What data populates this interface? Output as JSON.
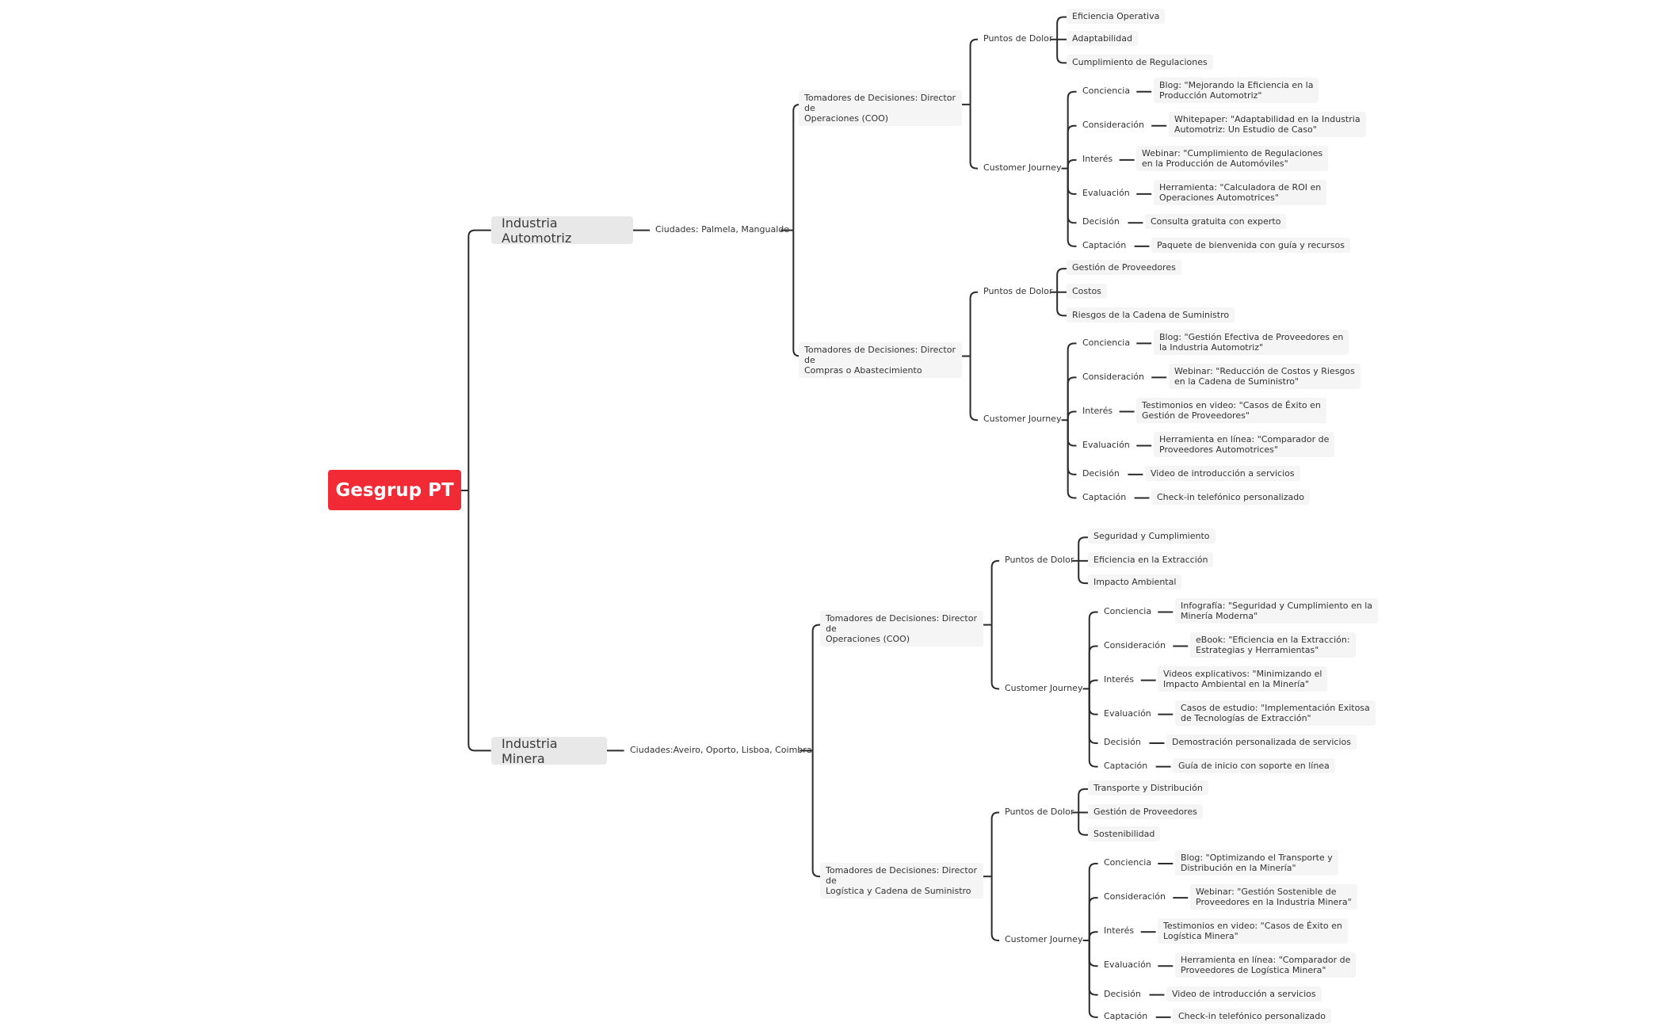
{
  "root": "Gesgrup PT",
  "industries": [
    {
      "name": "Industria Automotriz",
      "cities": "Ciudades: Palmela, Mangualde",
      "decision_makers": [
        {
          "title": "Tomadores de Decisiones: Director de\nOperaciones (COO)",
          "pain_label": "Puntos de Dolor",
          "pain_points": [
            "Eficiencia Operativa",
            "Adaptabilidad",
            "Cumplimiento de Regulaciones"
          ],
          "journey_label": "Customer Journey",
          "journey": [
            {
              "stage": "Conciencia",
              "content": "Blog: \"Mejorando la Eficiencia en la\nProducción Automotriz\""
            },
            {
              "stage": "Consideración",
              "content": "Whitepaper: \"Adaptabilidad en la Industria\nAutomotriz: Un Estudio de Caso\""
            },
            {
              "stage": "Interés",
              "content": "Webinar: \"Cumplimiento de Regulaciones\nen la Producción de Automóviles\""
            },
            {
              "stage": "Evaluación",
              "content": "Herramienta: \"Calculadora de ROI en\nOperaciones Automotrices\""
            },
            {
              "stage": "Decisión",
              "content": "Consulta gratuita con experto"
            },
            {
              "stage": "Captación",
              "content": "Paquete de bienvenida con guía y recursos"
            }
          ]
        },
        {
          "title": "Tomadores de Decisiones: Director de\nCompras o Abastecimiento",
          "pain_label": "Puntos de Dolor",
          "pain_points": [
            "Gestión de Proveedores",
            "Costos",
            "Riesgos de la Cadena de Suministro"
          ],
          "journey_label": "Customer Journey",
          "journey": [
            {
              "stage": "Conciencia",
              "content": "Blog: \"Gestión Efectiva de Proveedores en\nla Industria Automotriz\""
            },
            {
              "stage": "Consideración",
              "content": "Webinar: \"Reducción de Costos y Riesgos\nen la Cadena de Suministro\""
            },
            {
              "stage": "Interés",
              "content": "Testimonios en video: \"Casos de Éxito en\nGestión de Proveedores\""
            },
            {
              "stage": "Evaluación",
              "content": "Herramienta en línea: \"Comparador de\nProveedores Automotrices\""
            },
            {
              "stage": "Decisión",
              "content": "Video de introducción a servicios"
            },
            {
              "stage": "Captación",
              "content": "Check-in telefónico personalizado"
            }
          ]
        }
      ]
    },
    {
      "name": "Industria Minera",
      "cities": "Ciudades:Aveiro, Oporto, Lisboa, Coimbra",
      "decision_makers": [
        {
          "title": "Tomadores de Decisiones: Director de\nOperaciones (COO)",
          "pain_label": "Puntos de Dolor",
          "pain_points": [
            "Seguridad y Cumplimiento",
            "Eficiencia en la Extracción",
            "Impacto Ambiental"
          ],
          "journey_label": "Customer Journey",
          "journey": [
            {
              "stage": "Conciencia",
              "content": "Infografía: \"Seguridad y Cumplimiento en la\nMinería Moderna\""
            },
            {
              "stage": "Consideración",
              "content": "eBook: \"Eficiencia en la Extracción:\nEstrategias y Herramientas\""
            },
            {
              "stage": "Interés",
              "content": "Videos explicativos: \"Minimizando el\nImpacto Ambiental en la Minería\""
            },
            {
              "stage": "Evaluación",
              "content": "Casos de estudio: \"Implementación Exitosa\nde Tecnologías de Extracción\""
            },
            {
              "stage": "Decisión",
              "content": "Demostración personalizada de servicios"
            },
            {
              "stage": "Captación",
              "content": "Guía de inicio con soporte en línea"
            }
          ]
        },
        {
          "title": "Tomadores de Decisiones: Director de\nLogística y Cadena de Suministro",
          "pain_label": "Puntos de Dolor",
          "pain_points": [
            "Transporte y Distribución",
            "Gestión de Proveedores",
            "Sostenibilidad"
          ],
          "journey_label": "Customer Journey",
          "journey": [
            {
              "stage": "Conciencia",
              "content": "Blog: \"Optimizando el Transporte y\nDistribución en la Minería\""
            },
            {
              "stage": "Consideración",
              "content": "Webinar: \"Gestión Sostenible de\nProveedores en la Industria Minera\""
            },
            {
              "stage": "Interés",
              "content": "Testimonios en video: \"Casos de Éxito en\nLogística Minera\""
            },
            {
              "stage": "Evaluación",
              "content": "Herramienta en línea: \"Comparador de\nProveedores de Logística Minera\""
            },
            {
              "stage": "Decisión",
              "content": "Video de introducción a servicios"
            },
            {
              "stage": "Captación",
              "content": "Check-in telefónico personalizado"
            }
          ]
        }
      ]
    }
  ]
}
